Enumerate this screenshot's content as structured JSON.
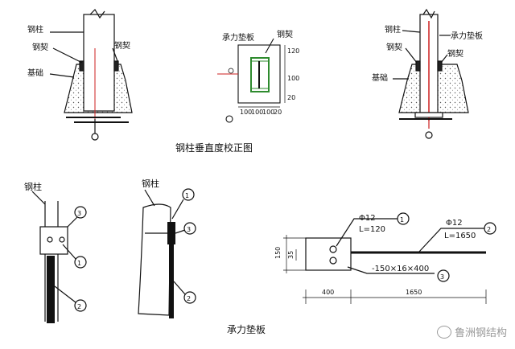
{
  "top_left": {
    "label_column": "钢柱",
    "label_wedge_left": "钢契",
    "label_wedge_right": "钢契",
    "label_foundation": "基础"
  },
  "top_middle": {
    "label_plate": "承力垫板",
    "label_wedge": "钢契",
    "dims_right": [
      "120",
      "100",
      "20"
    ],
    "dims_bottom": [
      "100",
      "100",
      "100",
      "20"
    ]
  },
  "top_right": {
    "label_column": "钢柱",
    "label_plate": "承力垫板",
    "label_wedge_left": "钢契",
    "label_wedge_right": "钢契",
    "label_foundation": "基础"
  },
  "caption_top": "钢柱垂直度校正图",
  "bottom_left": {
    "label_column": "钢柱",
    "callouts": [
      "3",
      "1",
      "2"
    ]
  },
  "bottom_middle": {
    "label_column": "钢柱",
    "callouts": [
      "1",
      "3",
      "2"
    ]
  },
  "bottom_right": {
    "callout_1_line1": "Φ12",
    "callout_1_line2": "L=120",
    "callout_1_num": "1",
    "callout_2_line1": "Φ12",
    "callout_2_line2": "L=1650",
    "callout_2_num": "2",
    "callout_3_text": "-150×16×400",
    "callout_3_num": "3",
    "dim_height": "150",
    "dim_inner": "35",
    "dim_width_1": "400",
    "dim_width_2": "1650"
  },
  "caption_bottom": "承力垫板",
  "watermark": "鲁洲钢结构",
  "colors": {
    "line": "#111111",
    "accent_red": "#cc1f1f",
    "accent_green": "#2e8b2e",
    "watermark": "#9a9a9a"
  }
}
